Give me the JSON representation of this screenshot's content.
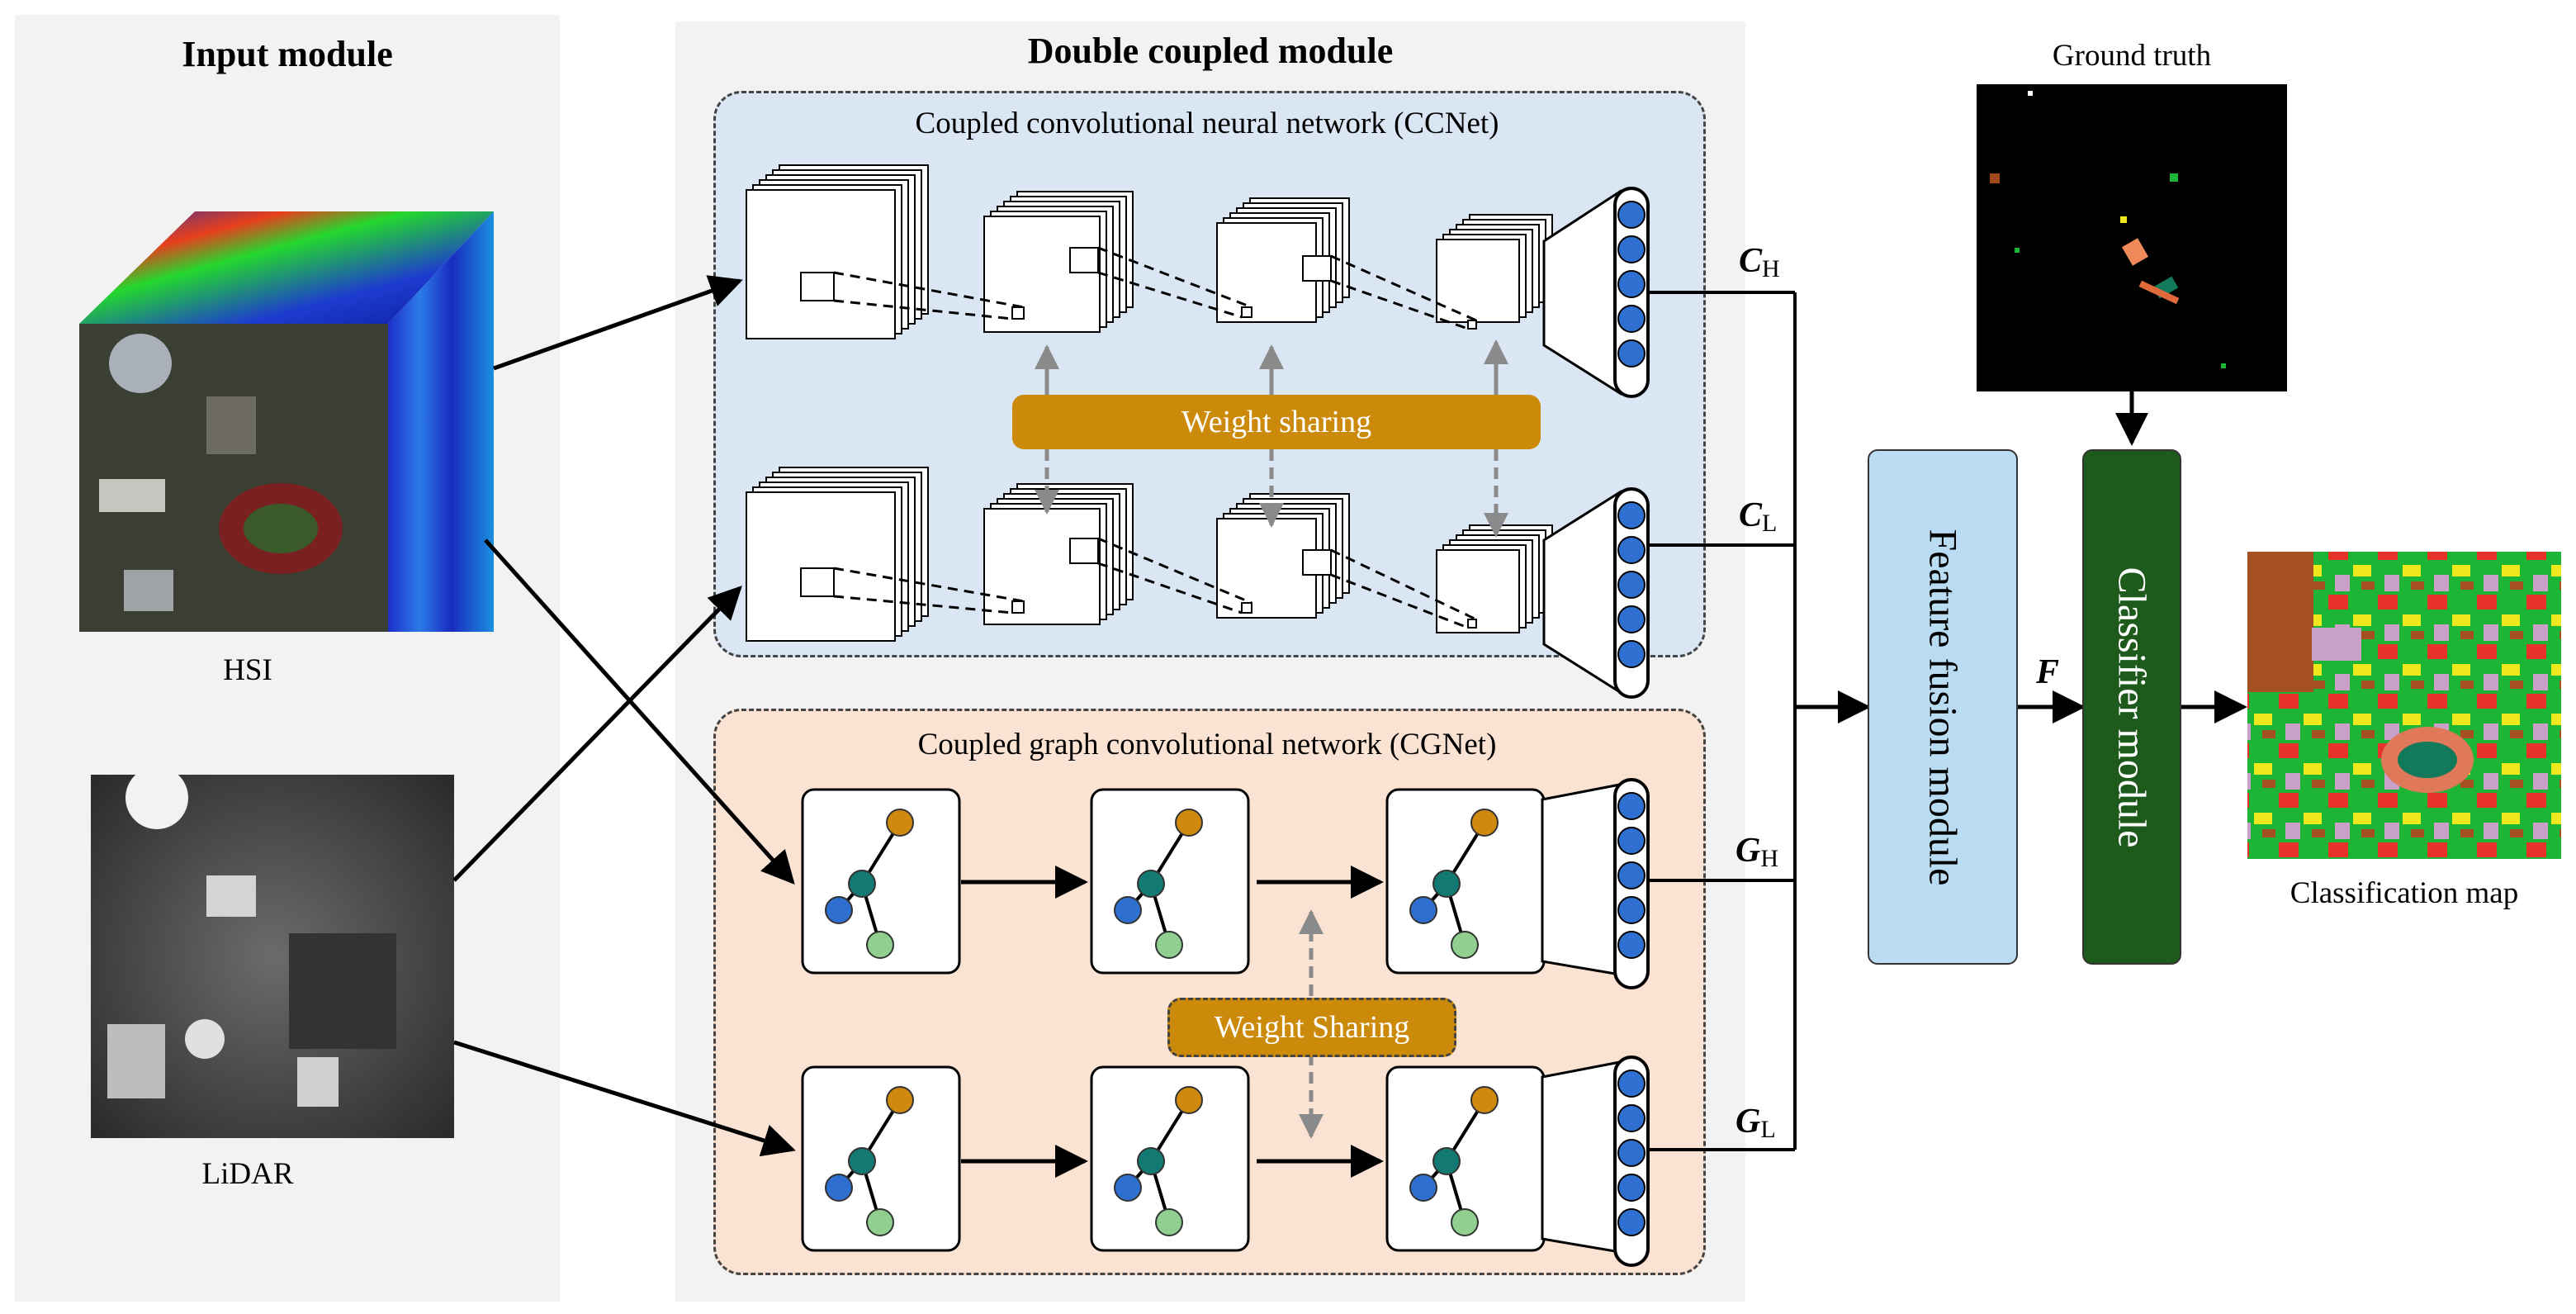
{
  "input_module": {
    "title": "Input module",
    "hsi_label": "HSI",
    "lidar_label": "LiDAR"
  },
  "coupled_module": {
    "title": "Double coupled module",
    "ccnet": {
      "title": "Coupled convolutional neural network (CCNet)",
      "weight_sharing": "Weight sharing"
    },
    "cgnet": {
      "title": "Coupled graph convolutional network (CGNet)",
      "weight_sharing": "Weight Sharing"
    }
  },
  "features": {
    "ch": {
      "main": "C",
      "sub": "H"
    },
    "cl": {
      "main": "C",
      "sub": "L"
    },
    "gh": {
      "main": "G",
      "sub": "H"
    },
    "gl": {
      "main": "G",
      "sub": "L"
    },
    "f": {
      "main": "F"
    }
  },
  "fusion_module": {
    "label": "Feature fusion module",
    "color": "#b9dcf2"
  },
  "classifier_module": {
    "label": "Classifier module",
    "color": "#1e5a1c"
  },
  "ground_truth": {
    "label": "Ground truth"
  },
  "classification_map": {
    "label": "Classification map"
  },
  "colors": {
    "ccnet_bg": "#dae6f3",
    "cgnet_bg": "#fbe3d3",
    "weight_sharing": "#cc8a0a",
    "node_blue": "#2f6fcf",
    "node_teal": "#127a73",
    "node_orange": "#cf8a0e",
    "node_green": "#90cf8f"
  }
}
